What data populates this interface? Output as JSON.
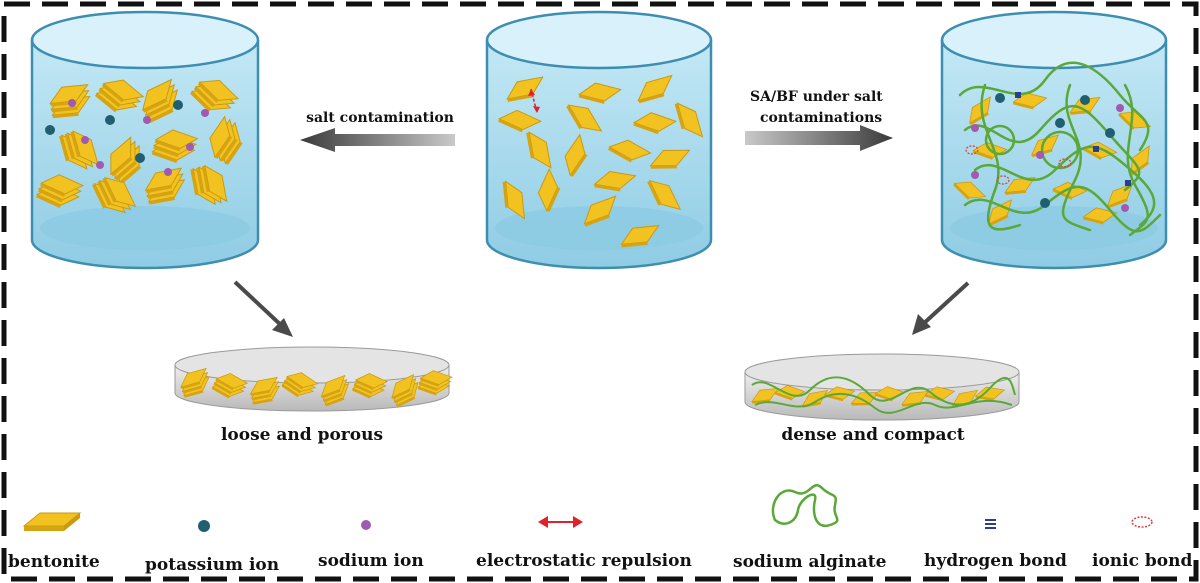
{
  "arrows": {
    "left": "salt contamination",
    "right_line1": "SA/BF under salt",
    "right_line2": "contaminations"
  },
  "outcomes": {
    "left": "loose and porous",
    "right": "dense and compact"
  },
  "legend": [
    {
      "icon": "bentonite-icon",
      "label": "bentonite"
    },
    {
      "icon": "potassium-ion-icon",
      "label": "potassium ion"
    },
    {
      "icon": "sodium-ion-icon",
      "label": "sodium ion"
    },
    {
      "icon": "electrostatic-repulsion-icon",
      "label": "electrostatic repulsion"
    },
    {
      "icon": "sodium-alginate-icon",
      "label": "sodium alginate"
    },
    {
      "icon": "hydrogen-bond-icon",
      "label": "hydrogen bond"
    },
    {
      "icon": "ionic-bond-icon",
      "label": "ionic bond"
    }
  ],
  "colors": {
    "bentonite": "#f0c020",
    "potassium_ion": "#1f5f70",
    "sodium_ion": "#a05ab0",
    "repulsion": "#e0202a",
    "alginate": "#5aa838",
    "hydrogen_bond": "#2a3f8f",
    "ionic_bond": "#d84040",
    "water": "#a9dbed",
    "arrow": "#4a4a4a"
  }
}
